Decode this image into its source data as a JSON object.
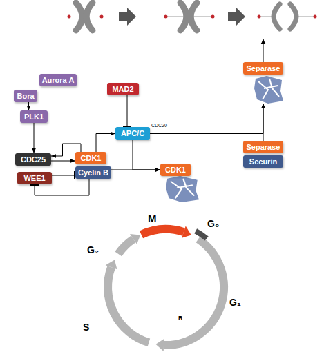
{
  "diagram": {
    "nodes": [
      {
        "text": [
          "Aurora A"
        ]
      },
      {
        "text": [
          "Bora"
        ]
      },
      {
        "text": [
          "PLK1"
        ]
      },
      {
        "text": [
          "MAD2"
        ]
      },
      {
        "text": [
          "Separase"
        ]
      },
      {
        "text": [
          "APC/C"
        ]
      },
      {
        "text": [
          "Separase"
        ]
      },
      {
        "text": [
          "Securin"
        ]
      },
      {
        "text": [
          "CDC25"
        ]
      },
      {
        "text": [
          "CDK1"
        ]
      },
      {
        "text": [
          "Cyclin B"
        ]
      },
      {
        "text": [
          "WEE1"
        ]
      },
      {
        "text": [
          "CDK1"
        ]
      }
    ],
    "edges": [
      {
        "from": 1,
        "to": 2,
        "arrow": "to"
      },
      {
        "from": 2,
        "to": 8,
        "arrow": "to"
      },
      {
        "from": 8,
        "to": 9,
        "arrow": "to"
      },
      {
        "from": 9,
        "to": 8,
        "arrow": "to"
      },
      {
        "from": 11,
        "to": 10,
        "arrow": "to"
      },
      {
        "from": 10,
        "to": 11,
        "arrow": "to"
      },
      {
        "from": 9,
        "to": 5,
        "arrow": "to"
      },
      {
        "from": 3,
        "to": 5,
        "arrow": "to"
      },
      {
        "from": 10,
        "to": 12,
        "arrow": "to"
      },
      {
        "from": 5,
        "to": 12,
        "arrow": "to"
      },
      {
        "from": 5,
        "to": 4,
        "arrow": "to"
      },
      {
        "from": 6,
        "to": 4,
        "arrow": "to"
      }
    ],
    "labels": [
      "CDC20",
      "M",
      "G₀",
      "G₁",
      "R",
      "S",
      "G₂"
    ]
  }
}
